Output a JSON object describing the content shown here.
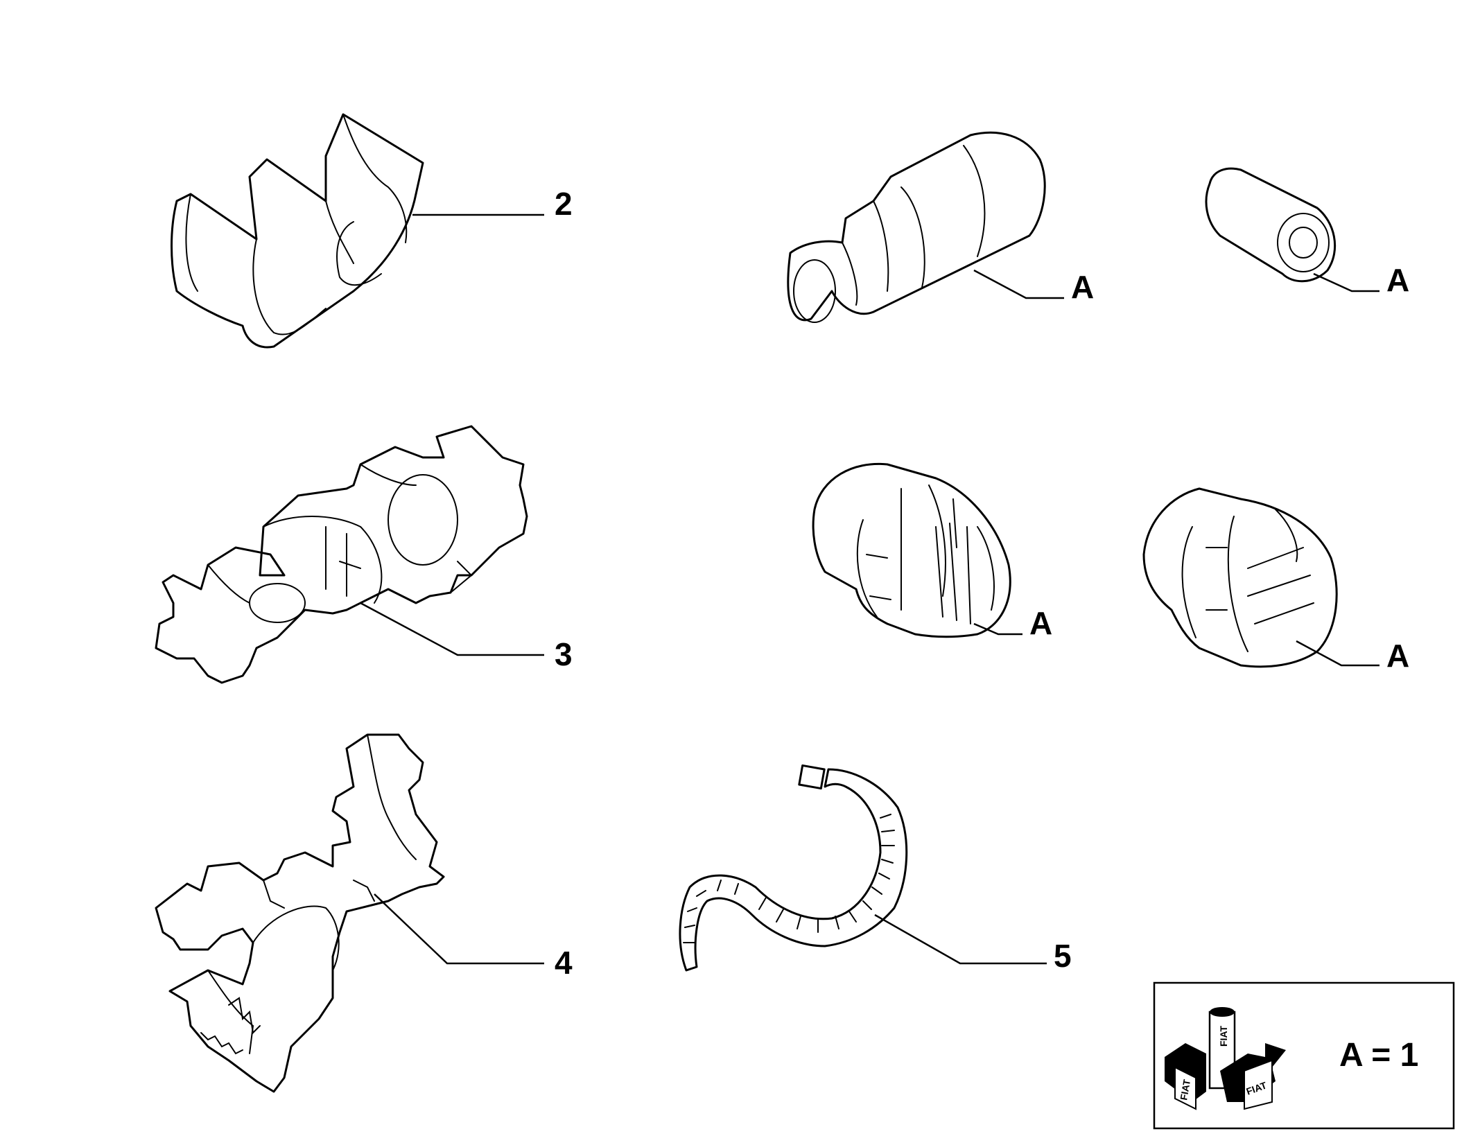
{
  "callouts": {
    "part_2": "2",
    "part_3": "3",
    "part_4": "4",
    "part_5": "5",
    "sleeve_large": "A",
    "sleeve_small": "A",
    "cap_left": "A",
    "cap_right": "A"
  },
  "legend": {
    "equation": "A = 1",
    "logo_text": "FIAT"
  },
  "colors": {
    "line": "#000000",
    "background": "#ffffff"
  }
}
